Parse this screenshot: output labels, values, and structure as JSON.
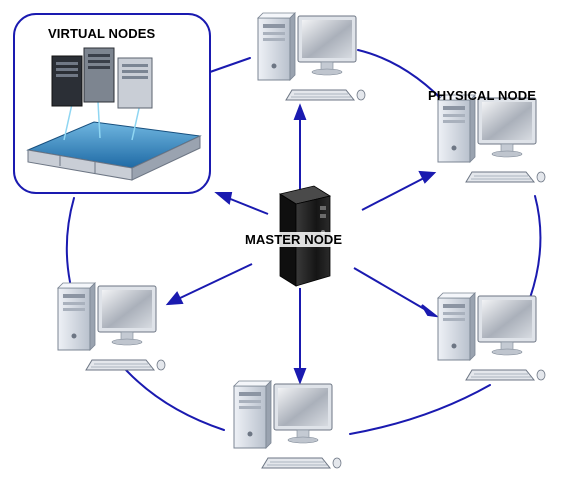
{
  "labels": {
    "virtual_nodes": "VIRTUAL NODES",
    "physical_node": "PHYSICAL NODE",
    "master_node": "MASTER NODE"
  },
  "colors": {
    "ring": "#1a1ab0",
    "arrow": "#1a1ab0",
    "virtual_box_border": "#1a1ab0",
    "monitor_screen": "#c8ccd4",
    "tower_body": "#d6dce6",
    "master_tower": "#1c1c1c"
  },
  "icons": {
    "physical_computer": "desktop-computer-icon",
    "master_server": "server-tower-icon",
    "virtual_rack": "server-rack-icon"
  }
}
